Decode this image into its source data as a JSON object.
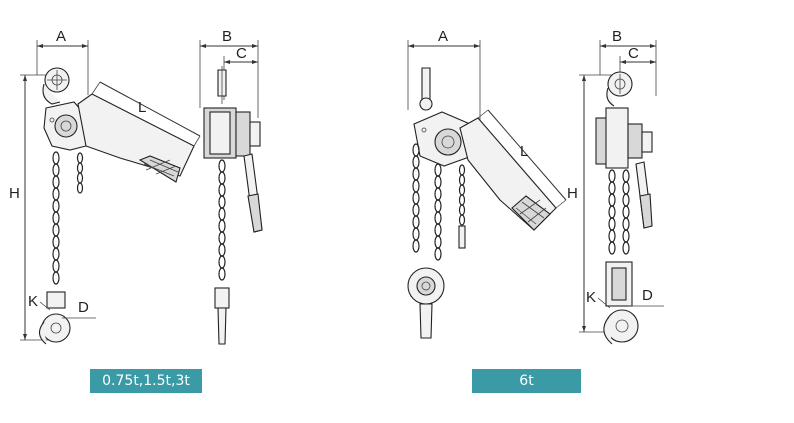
{
  "labels": {
    "a": "A",
    "b": "B",
    "c": "C",
    "l": "L",
    "h": "H",
    "k": "K",
    "d": "D"
  },
  "captions": {
    "left": "0.75t,1.5t,3t",
    "right": "6t"
  },
  "colors": {
    "caption_bg": "#3a9aa6",
    "caption_text": "#ffffff"
  }
}
